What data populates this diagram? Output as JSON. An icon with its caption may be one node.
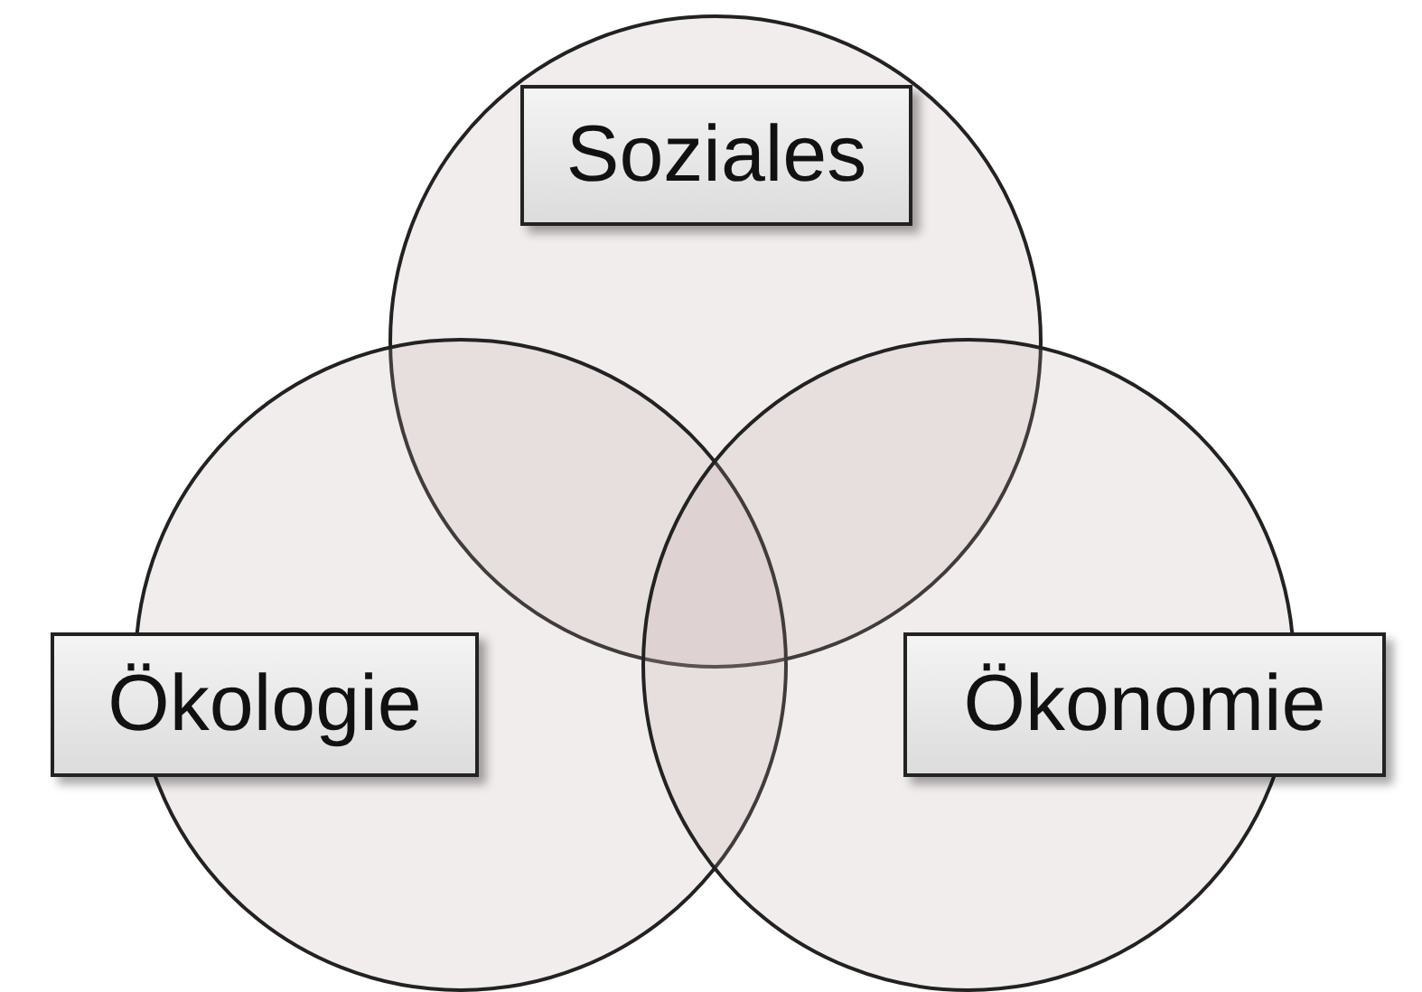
{
  "diagram": {
    "nodes": [
      {
        "text": [],
        "shape": "circle"
      },
      {
        "text": [
          "Soziales"
        ],
        "in": 0
      },
      {
        "text": [],
        "shape": "circle"
      },
      {
        "text": [
          "Ökologie"
        ]
      },
      {
        "text": [],
        "shape": "circle"
      },
      {
        "text": [
          "Ökonomie"
        ]
      }
    ]
  }
}
